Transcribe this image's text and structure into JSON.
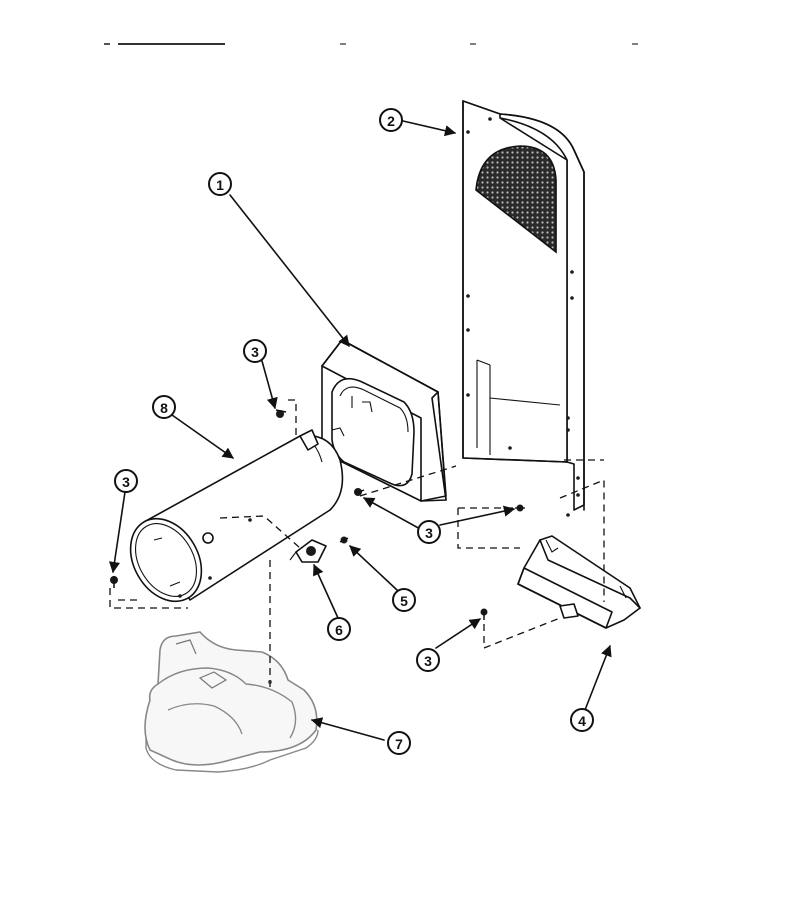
{
  "callouts": {
    "c1": "1",
    "c2": "2",
    "c3a": "3",
    "c3b": "3",
    "c3c": "3",
    "c3d": "3",
    "c4": "4",
    "c5": "5",
    "c6": "6",
    "c7": "7",
    "c8": "8"
  }
}
